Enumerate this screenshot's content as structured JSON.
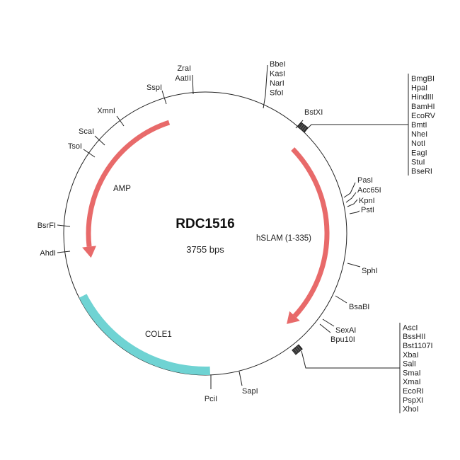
{
  "plasmid": {
    "name": "RDC1516",
    "size_label": "3755 bps"
  },
  "features": [
    {
      "label": "AMP",
      "color": "#e86a6a",
      "type": "arrow"
    },
    {
      "label": "hSLAM (1-335)",
      "color": "#e86a6a",
      "type": "arrow"
    },
    {
      "label": "COLE1",
      "color": "#6fd3d3",
      "type": "band"
    }
  ],
  "sites": [
    "ZraI",
    "AatII",
    "SspI",
    "XmnI",
    "ScaI",
    "TsoI",
    "BsrFI",
    "AhdI",
    "PciI",
    "SapI",
    "Bpu10I",
    "SexAI",
    "BsaBI",
    "SphI",
    "PstI",
    "KpnI",
    "Acc65I",
    "PasI",
    "BstXI"
  ],
  "site_group_top": [
    "BbeI",
    "KasI",
    "NarI",
    "SfoI"
  ],
  "mcs_cluster_1": [
    "BmgBI",
    "HpaI",
    "HindIII",
    "BamHI",
    "EcoRV",
    "BmtI",
    "NheI",
    "NotI",
    "EagI",
    "StuI",
    "BseRI"
  ],
  "mcs_cluster_2": [
    "AscI",
    "BssHII",
    "Bst1107I",
    "XbaI",
    "SalI",
    "SmaI",
    "XmaI",
    "EcoRI",
    "PspXI",
    "XhoI"
  ]
}
